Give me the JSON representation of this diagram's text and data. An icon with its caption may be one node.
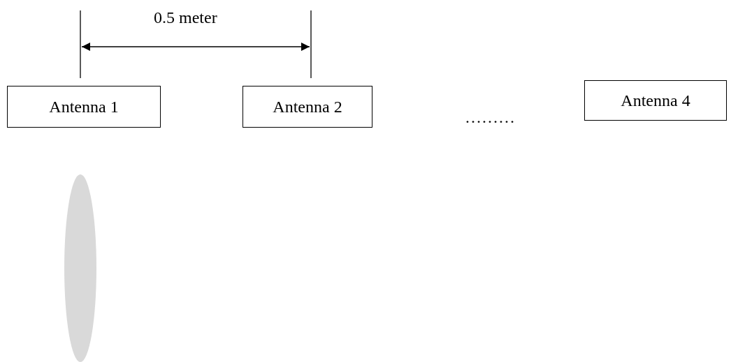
{
  "diagram": {
    "nodes": [
      {
        "text": [
          "Antenna 1"
        ]
      },
      {
        "text": [
          "Antenna 2"
        ]
      },
      {
        "text": [
          "Antenna 4"
        ]
      },
      {
        "text": [],
        "shape": "ellipse"
      }
    ],
    "labels": [
      "0.5 meter",
      "………"
    ]
  }
}
